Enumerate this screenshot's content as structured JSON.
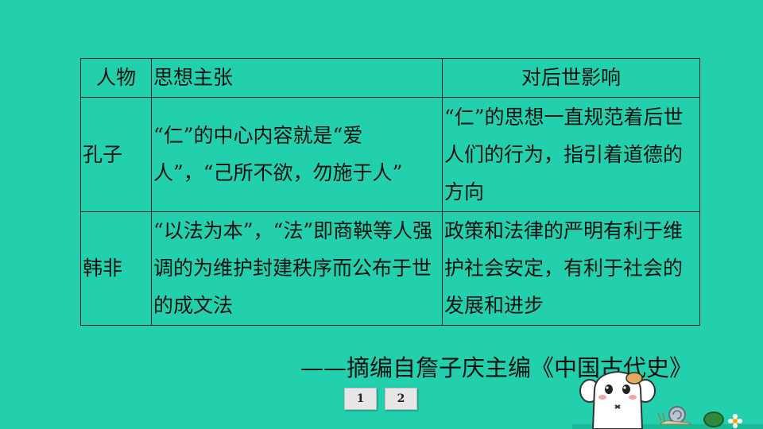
{
  "table": {
    "headers": [
      "人物",
      "思想主张",
      "对后世影响"
    ],
    "rows": [
      {
        "person": "孔子",
        "idea": "“仁”的中心内容就是“爱人”，“己所不欲，勿施于人”",
        "impact": "“仁”的思想一直规范着后世人们的行为，指引着道德的方向"
      },
      {
        "person": "韩非",
        "idea": "“以法为本”，“法”即商鞅等人强调的为维护封建秩序而公布于世的成文法",
        "impact": "政策和法律的严明有利于维护社会安定，有利于社会的发展和进步"
      }
    ]
  },
  "source": "——摘编自詹子庆主编《中国古代史》",
  "pagination": [
    "1",
    "2"
  ],
  "colors": {
    "background": "#22d0ad",
    "border": "#222222"
  }
}
